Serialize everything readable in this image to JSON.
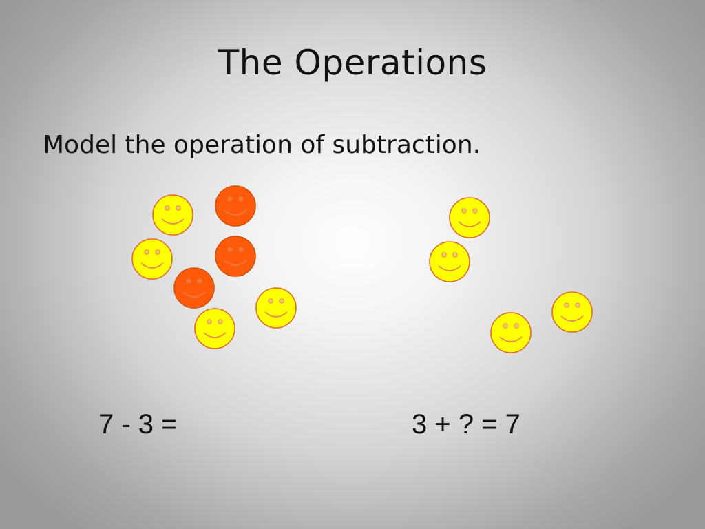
{
  "slide": {
    "title": "The Operations",
    "instruction": "Model the operation of subtraction.",
    "equation_left": "7 - 3 =",
    "equation_right": "3 + ? = 7"
  },
  "colors": {
    "yellow_face": "#ffff00",
    "yellow_edge": "#e06a2a",
    "orange_face": "#ff5a0a",
    "orange_edge": "#d0500c",
    "feature_on_yellow": "#e88a4a",
    "feature_on_orange": "#e87a40"
  },
  "groups": {
    "left": {
      "total": 7,
      "yellow_count": 4,
      "orange_count": 3
    },
    "right": {
      "yellow_count": 4
    }
  }
}
